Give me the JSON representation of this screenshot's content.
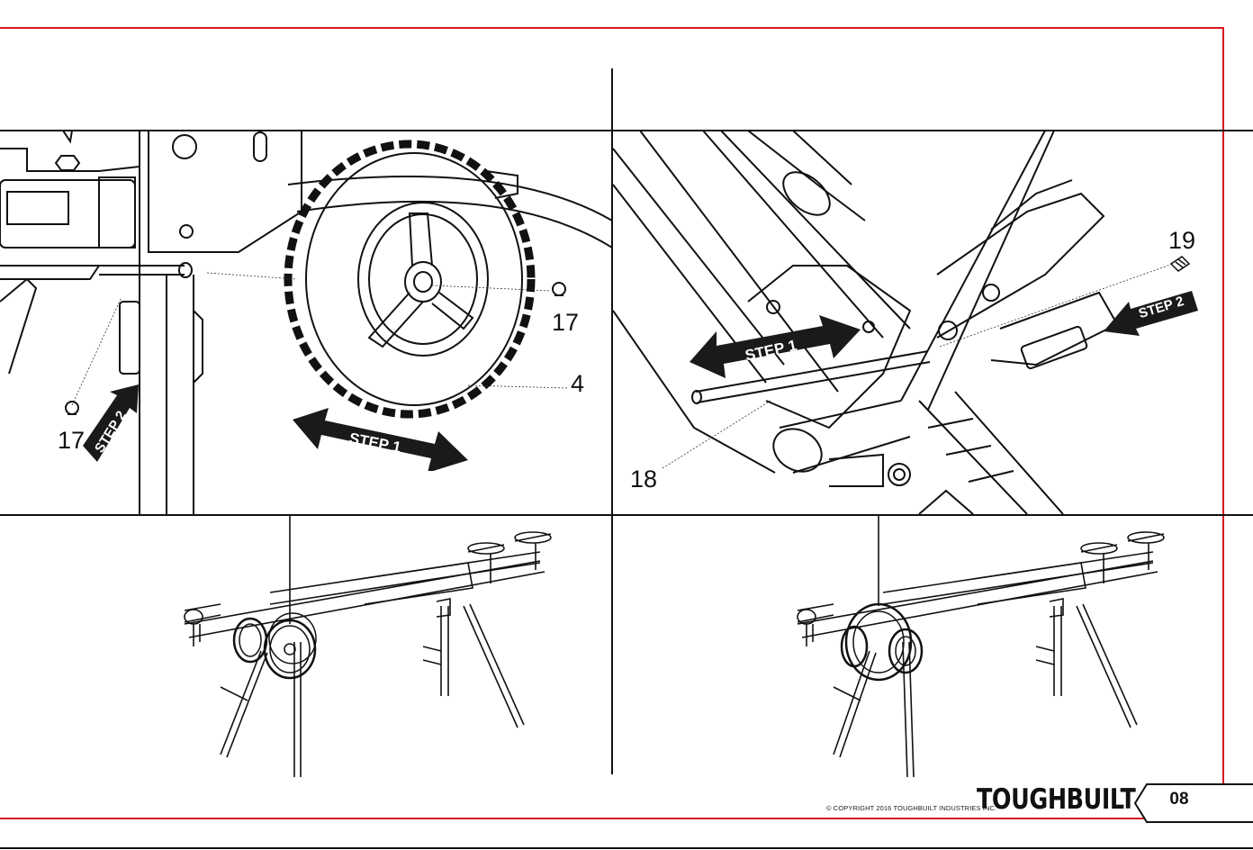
{
  "colors": {
    "frame": "#d71920",
    "ink": "#111111",
    "arrow": "#1a1a1a"
  },
  "panels": {
    "top_left": {
      "callouts": [
        "17",
        "4",
        "17"
      ],
      "arrows": [
        "STEP 1",
        "STEP 2"
      ]
    },
    "top_right": {
      "callouts": [
        "19",
        "18"
      ],
      "arrows": [
        "STEP 1",
        "STEP 2"
      ]
    },
    "bottom_left": {
      "illustration": "stand-wheels-mounted-view"
    },
    "bottom_right": {
      "illustration": "stand-wheels-folded-view"
    }
  },
  "footer": {
    "copyright": "© COPYRIGHT 2016 TOUGHBUILT INDUSTRIES INC.",
    "brand": "TOUGHBUILT",
    "page_number": "08"
  }
}
